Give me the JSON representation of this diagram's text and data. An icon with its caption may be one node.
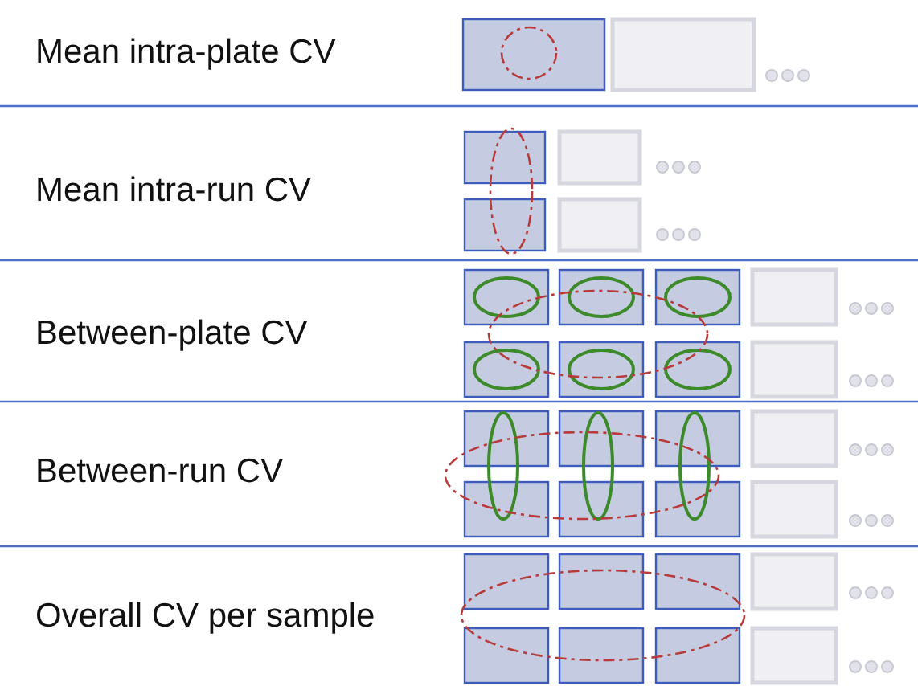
{
  "diagram": {
    "labels": [
      "Mean intra-plate CV",
      "Mean intra-run CV",
      "Between-plate CV",
      "Between-run CV",
      "Overall CV per sample"
    ]
  }
}
